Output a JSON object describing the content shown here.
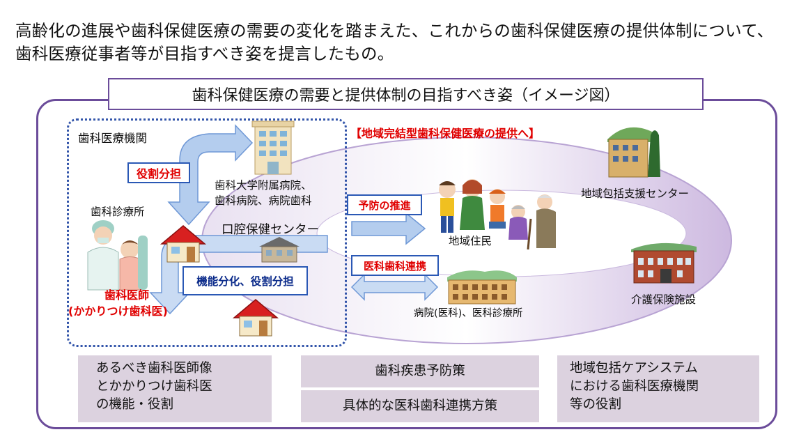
{
  "intro_text": "高齢化の進展や歯科保健医療の需要の変化を踏まえた、これからの歯科保健医療の提供体制について、歯科医療従事者等が目指すべき姿を提言したもの。",
  "diagram_title": "歯科保健医療の需要と提供体制の目指すべき姿（イメージ図）",
  "dental_institutions": "歯科医療機関",
  "role_sharing": "役割分担",
  "university_hospital_line1": "歯科大学附属病院、",
  "university_hospital_line2": "歯科病院、病院歯科",
  "dental_clinic": "歯科診療所",
  "oral_health_center": "口腔保健センター",
  "dentist_line1": "歯科医師",
  "dentist_line2": "(かかりつけ歯科医)",
  "function_differentiation": "機能分化、役割分担",
  "community_complete": "【地域完結型歯科保健医療の提供へ】",
  "promote_prevention": "予防の推進",
  "residents": "地域住民",
  "medical_dental_cooperation": "医科歯科連携",
  "hospital_clinic": "病院(医科)、医科診療所",
  "support_center": "地域包括支援センター",
  "care_facility": "介護保険施設",
  "bottom": {
    "ideal_dentist_line1": "あるべき歯科医師像",
    "ideal_dentist_line2": "とかかりつけ歯科医",
    "ideal_dentist_line3": "の機能・役割",
    "prevention_measures": "歯科疾患予防策",
    "cooperation_measures": "具体的な医科歯科連携方策",
    "integrated_care_line1": "地域包括ケアシステム",
    "integrated_care_line2": "における歯科医療機関",
    "integrated_care_line3": "等の役割"
  },
  "colors": {
    "frame": "#6b4c9a",
    "ellipse": "#d9cde6",
    "arrow": "#a9c4ea",
    "red_text": "#e00000",
    "box_border": "#2a58b5",
    "gray_box": "#dcd2df"
  }
}
